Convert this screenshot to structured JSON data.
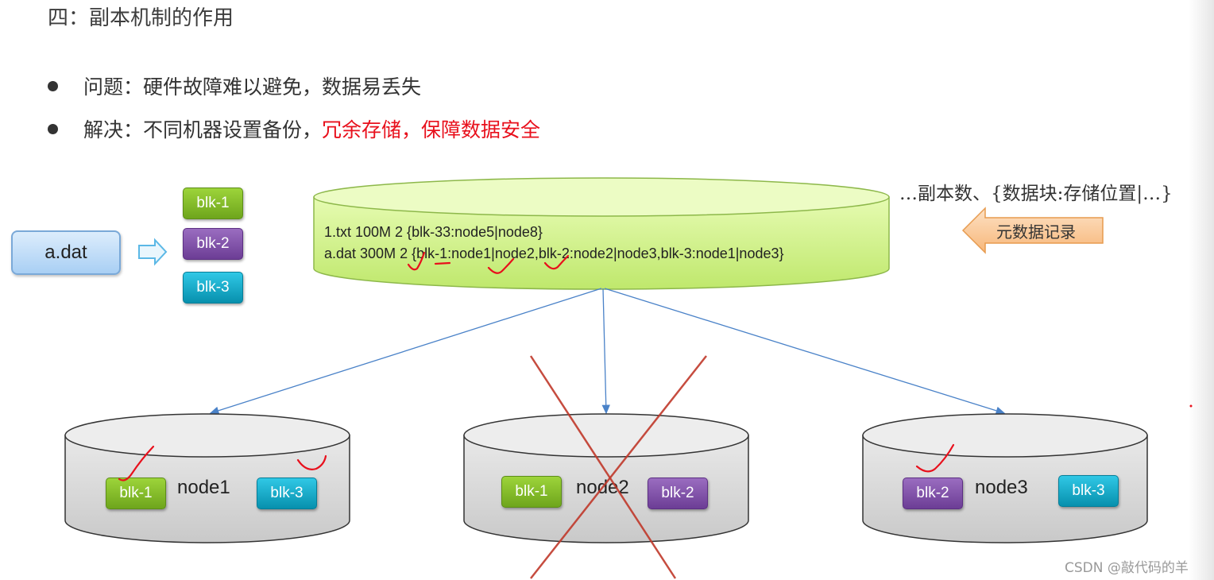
{
  "heading": "四：副本机制的作用",
  "bullets": {
    "problem": "问题：硬件故障难以避免，数据易丢失",
    "solution_prefix": "解决：不同机器设置备份，",
    "solution_red": "冗余存储，保障数据安全"
  },
  "file": {
    "name": "a.dat",
    "blocks": [
      "blk-1",
      "blk-2",
      "blk-3"
    ]
  },
  "metadata": {
    "line1": "1.txt 100M 2 {blk-33:node5|node8}",
    "line2": "a.dat 300M 2 {blk-1:node1|node2,blk-2:node2|node3,blk-3:node1|node3}",
    "format_label": "…副本数、{数据块:存储位置|…}",
    "tag": "元数据记录"
  },
  "nodes": [
    {
      "name": "node1",
      "left_block": "blk-1",
      "right_block": "blk-3",
      "failed": false
    },
    {
      "name": "node2",
      "left_block": "blk-1",
      "right_block": "blk-2",
      "failed": true
    },
    {
      "name": "node3",
      "left_block": "blk-2",
      "right_block": "blk-3",
      "failed": false
    }
  ],
  "watermark": "CSDN @敲代码的羊",
  "colors": {
    "block_green": "#7fb828",
    "block_purple": "#7b4aa6",
    "block_cyan": "#12a7c6",
    "metadata_fill": "#d6f59a",
    "node_fill": "#d9d9d9",
    "arrow": "#4a82c8",
    "failure_cross": "#c0392b",
    "annotation": "#e8101c"
  }
}
